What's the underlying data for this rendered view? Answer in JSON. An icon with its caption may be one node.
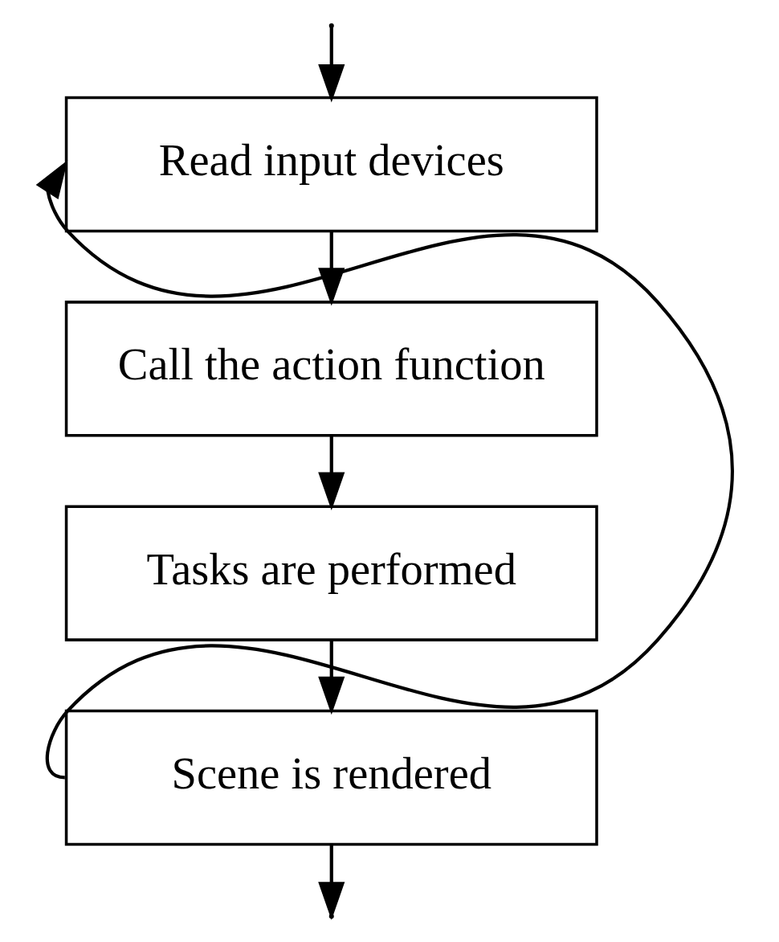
{
  "diagram": {
    "nodes": [
      {
        "text": [
          "Read input devices"
        ]
      },
      {
        "text": [
          "Call the action function"
        ]
      },
      {
        "text": [
          "Tasks are performed"
        ]
      },
      {
        "text": [
          "Scene is rendered"
        ]
      }
    ],
    "edges": [
      {
        "from": null,
        "to": 0,
        "arrow": "to"
      },
      {
        "from": 0,
        "to": 1,
        "arrow": "to"
      },
      {
        "from": 1,
        "to": 2,
        "arrow": "to"
      },
      {
        "from": 2,
        "to": 3,
        "arrow": "to"
      },
      {
        "from": 3,
        "to": 0,
        "arrow": "to"
      },
      {
        "from": 3,
        "to": null,
        "arrow": "to"
      }
    ]
  }
}
